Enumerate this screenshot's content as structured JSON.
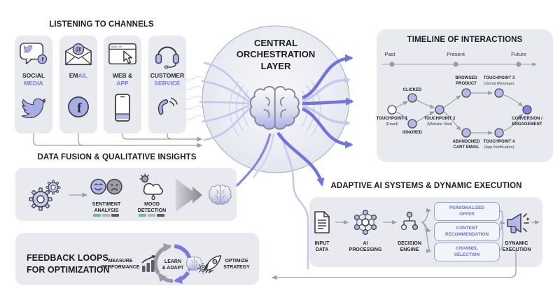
{
  "listening": {
    "title": "LISTENING TO CHANNELS",
    "channels": [
      {
        "dark": "SOCIAL",
        "purple": "MEDIA"
      },
      {
        "dark": "EM",
        "purple": "AIL"
      },
      {
        "dark": "WEB &",
        "purple": "APP"
      },
      {
        "dark": "CUSTOMER",
        "purple": "SERVICE"
      }
    ]
  },
  "central": {
    "l1": "CENTRAL",
    "l2": "ORCHESTRATION",
    "l3": "LAYER"
  },
  "timeline": {
    "title": "TIMELINE OF INTERACTIONS",
    "past": "Past",
    "present": "Present",
    "future": "Future",
    "tp1": {
      "l1": "TOUCHPOINT 1",
      "l2": "(Email)"
    },
    "clicked": "CLICKED",
    "ignored": "IGNORED",
    "tp2": {
      "l1": "TOUCHPOINT 2",
      "l2": "(Website Visit)"
    },
    "browsed": {
      "l1": "BROWSED",
      "l2": "PRODUCT"
    },
    "tp3": {
      "l1": "TOUCHPOINT 3",
      "l2": "(Social Message)"
    },
    "abandoned": {
      "l1": "ABANDONED",
      "l2": "CART EMAIL"
    },
    "tp4": {
      "l1": "TOUCHPOINT 4",
      "l2": "(App Notification)"
    },
    "conversion": {
      "l1": "CONVERSION /",
      "l2": "ENGAGEMENT"
    }
  },
  "fusion": {
    "title": "DATA FUSION & QUALITATIVE INSIGHTS",
    "sentiment": {
      "l1": "SENTIMENT",
      "l2": "ANALYSIS"
    },
    "mood": {
      "l1": "MOOD",
      "l2": "DETECTION"
    }
  },
  "feedback": {
    "t1": "FEEDBACK LOOPS",
    "t2": "FOR OPTIMIZATION",
    "measure": {
      "l1": "MEASURE",
      "l2": "PERFORMANCE"
    },
    "learn": {
      "l1": "LEARN",
      "l2": "& ADAPT"
    },
    "optimize": {
      "l1": "OPTIMIZE",
      "l2": "STRATEGY"
    }
  },
  "adaptive": {
    "title": "ADAPTIVE AI SYSTEMS & DYNAMIC EXECUTION",
    "input": {
      "l1": "INPUT",
      "l2": "DATA"
    },
    "ai": {
      "l1": "AI",
      "l2": "PROCESSING"
    },
    "decision": {
      "l1": "DECISION",
      "l2": "ENGINE"
    },
    "options": [
      {
        "l1": "PERSONALIZED",
        "l2": "OFFER"
      },
      {
        "l1": "CONTENT",
        "l2": "RECOMMENDATION"
      },
      {
        "l1": "CHANNEL",
        "l2": "SELECTION"
      }
    ],
    "dynamic": {
      "l1": "DYNAMIC",
      "l2": "EXECUTION"
    }
  },
  "icons": {
    "f_letter": "f",
    "at_symbol": "@",
    "names": [
      "speech-bubble-bird-icon",
      "envelope-at-icon",
      "browser-cursor-icon",
      "headset-icon",
      "twitter-bird-icon",
      "facebook-icon",
      "smartphone-icon",
      "phone-waves-icon",
      "gears-icon",
      "sentiment-faces-icon",
      "weather-mood-icon",
      "funnel-arrow-icon",
      "brain-icon",
      "chart-growth-icon",
      "loop-arrows-icon",
      "rocket-icon",
      "document-icon",
      "network-icon",
      "decision-tree-icon",
      "megaphone-icon"
    ]
  },
  "colors": {
    "accent": "#7075dc",
    "accent_light": "#c6c9ee",
    "panel": "#e9eaf0",
    "dark_text": "#1c1c24",
    "purple_text": "#6a6fd9",
    "teal": "#79b3aa"
  }
}
